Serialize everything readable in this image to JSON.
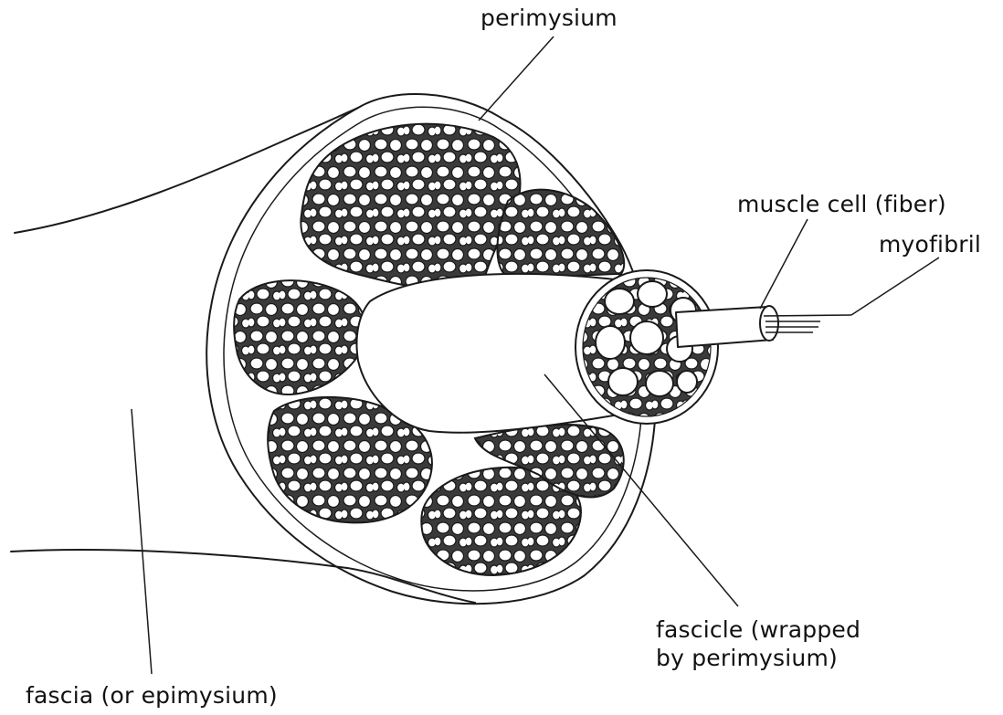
{
  "labels": {
    "perimysium": "perimysium",
    "muscle_cell": "muscle cell (fiber)",
    "myofibril": "myofibril",
    "fascicle_line1": "fascicle (wrapped",
    "fascicle_line2": "by perimysium)",
    "fascia": "fascia (or epimysium)"
  },
  "colors": {
    "ink": "#1a1a1a",
    "background": "#ffffff"
  }
}
